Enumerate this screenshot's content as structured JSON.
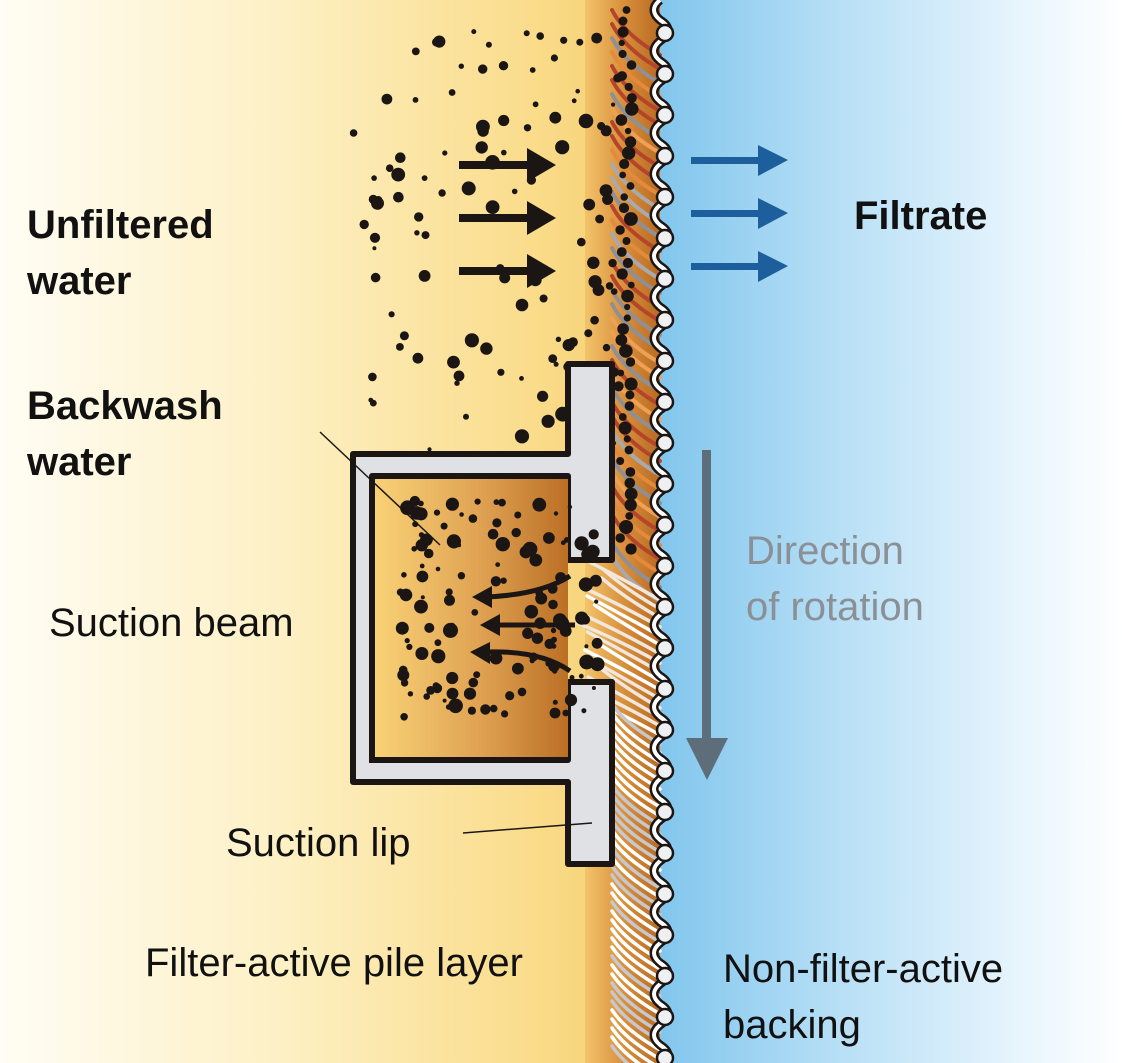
{
  "diagram": {
    "title": "Pile cloth filtration with suction beam backwash",
    "labels": {
      "unfiltered_water": [
        "Unfiltered",
        "water"
      ],
      "backwash_water": [
        "Backwash",
        "water"
      ],
      "suction_beam": "Suction beam",
      "suction_lip": "Suction lip",
      "filter_active_pile_layer": "Filter-active pile layer",
      "filtrate": "Filtrate",
      "direction_of_rotation": [
        "Direction",
        "of rotation"
      ],
      "non_filter_active_backing": [
        "Non-filter-active",
        "backing"
      ]
    },
    "flows": {
      "inflow_arrows": 3,
      "filtrate_arrows": 3,
      "backwash_arrows": 3,
      "rotation_direction": "down"
    },
    "colors": {
      "unfiltered_light": "#fffdf3",
      "unfiltered_mid": "#fbe3a0",
      "pile_brown": "#c47a2c",
      "filtrate_blue": "#87c9ee",
      "filtrate_light": "#ffffff",
      "filtrate_arrow": "#1c5f9c",
      "rotation_arrow": "#5d6e7a",
      "beam_fill": "#e0e1e4",
      "particle": "#1b1614"
    }
  }
}
